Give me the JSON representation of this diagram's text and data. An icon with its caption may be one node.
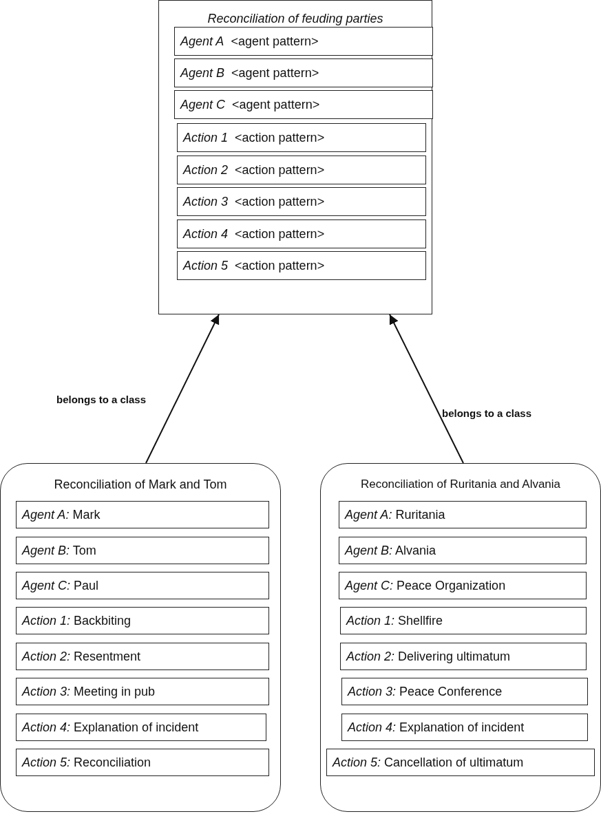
{
  "diagram": {
    "nodes": [
      {
        "text": [
          "Reconciliation of feuding parties"
        ]
      },
      {
        "text": [
          "*Agent A*  <agent pattern>"
        ],
        "in": 0
      },
      {
        "text": [
          "*Agent B*  <agent pattern>"
        ],
        "in": 0
      },
      {
        "text": [
          "*Agent C*  <agent pattern>"
        ],
        "in": 0
      },
      {
        "text": [
          "*Action 1*  <action pattern>"
        ],
        "in": 0
      },
      {
        "text": [
          "*Action 2*  <action pattern>"
        ],
        "in": 0
      },
      {
        "text": [
          "*Action 3*  <action pattern>"
        ],
        "in": 0
      },
      {
        "text": [
          "*Action 4*  <action pattern>"
        ],
        "in": 0
      },
      {
        "text": [
          "*Action 5*  <action pattern>"
        ],
        "in": 0
      },
      {
        "text": [
          "Reconciliation of Mark and Tom"
        ]
      },
      {
        "text": [
          "*Agent A:* Mark"
        ],
        "in": 9
      },
      {
        "text": [
          "*Agent B:* Tom"
        ],
        "in": 9
      },
      {
        "text": [
          "*Agent C:* Paul"
        ],
        "in": 9
      },
      {
        "text": [
          "*Action 1:* Backbiting"
        ],
        "in": 9
      },
      {
        "text": [
          "*Action 2:* Resentment"
        ],
        "in": 9
      },
      {
        "text": [
          "*Action 3:* Meeting in pub"
        ],
        "in": 9
      },
      {
        "text": [
          "*Action 4:* Explanation of incident"
        ],
        "in": 9
      },
      {
        "text": [
          "*Action 5:* Reconciliation"
        ],
        "in": 9
      },
      {
        "text": [
          "Reconciliation of Ruritania and Alvania"
        ]
      },
      {
        "text": [
          "*Agent A:* Ruritania"
        ],
        "in": 18
      },
      {
        "text": [
          "*Agent B:* Alvania"
        ],
        "in": 18
      },
      {
        "text": [
          "*Agent C:* Peace Organization"
        ],
        "in": 18
      },
      {
        "text": [
          "*Action 1:* Shellfire"
        ],
        "in": 18
      },
      {
        "text": [
          "*Action 2:* Delivering ultimatum"
        ],
        "in": 18
      },
      {
        "text": [
          "*Action 3:* Peace Conference"
        ],
        "in": 18
      },
      {
        "text": [
          "*Action 4:* Explanation of incident"
        ],
        "in": 18
      },
      {
        "text": [
          "*Action 5:* Cancellation of ultimatum"
        ],
        "in": 18
      }
    ],
    "edges": [
      {
        "from": 9,
        "to": 0,
        "arrow": "to",
        "label": "belongs to a class"
      },
      {
        "from": 18,
        "to": 0,
        "arrow": "to",
        "label": "belongs to a class"
      }
    ]
  }
}
